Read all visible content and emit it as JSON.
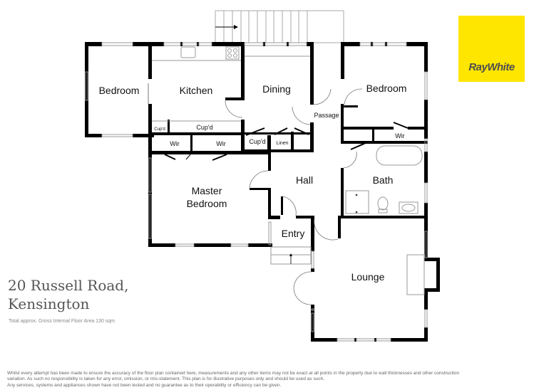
{
  "brand": {
    "name": "RayWhite",
    "color": "#ffe600",
    "text_color": "#4d4d4f"
  },
  "property": {
    "address_line1": "20 Russell Road,",
    "address_line2": "Kensington",
    "area_note": "Total approx. Gross Internal Floor Area 130 sqm"
  },
  "rooms": {
    "bedroom_west": "Bedroom",
    "kitchen": "Kitchen",
    "dining": "Dining",
    "bedroom_east": "Bedroom",
    "passage": "Passage",
    "cupd_small": "Cup'd",
    "cupd_kitchen": "Cup'd",
    "cupd_hall": "Cup'd",
    "linen": "Linen",
    "wir_1": "Wir",
    "wir_2": "Wir",
    "wir_east": "Wir",
    "hall": "Hall",
    "bath": "Bath",
    "master_line1": "Master",
    "master_line2": "Bedroom",
    "entry": "Entry",
    "lounge": "Lounge"
  },
  "disclaimer": {
    "line1": "Whilst every attempt has been made to ensure the accuracy of the floor plan contained here, measurements and any other items may not be exact at all points in the property due to wall thicknesses and other construction",
    "line2": "variation. As such no responsibility is taken for any error, omission, or mis-statement. This plan is for illustrative purposes only and should be used as such.",
    "line3": "Any services, systems and appliances shown have not been tested and no guarantee as to their operability or efficiency can be given."
  }
}
